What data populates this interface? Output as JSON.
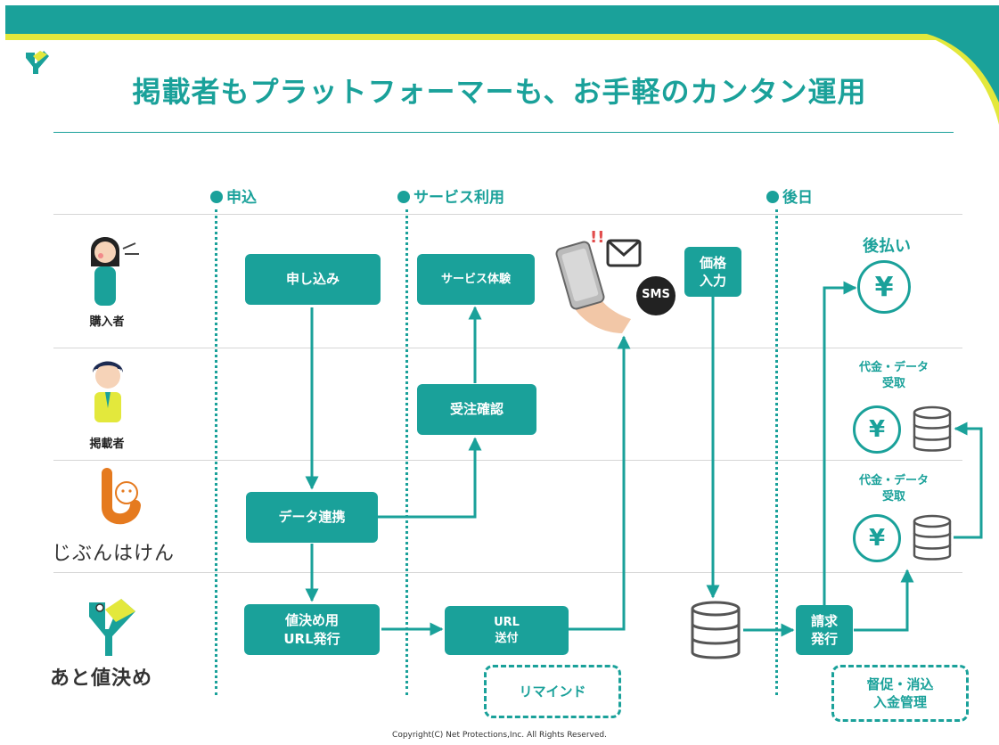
{
  "header": {
    "title": "掲載者もプラットフォーマーも、お手軽のカンタン運用"
  },
  "phases": {
    "apply": "申込",
    "service": "サービス利用",
    "later": "後日"
  },
  "actors": {
    "buyer": "購入者",
    "merchant": "掲載者",
    "jibun_logo": "じぶんはけん",
    "atone_logo": "あと値決め"
  },
  "boxes": {
    "apply": "申し込み",
    "service_exp": "サービス体験",
    "order_confirm": "受注確認",
    "data_link": "データ連携",
    "url_issue": "値決め用\nURL発行",
    "url_send": "URL\n送付",
    "remind": "リマインド",
    "price_input": "価格\n入力",
    "billing": "請求\n発行",
    "collection": "督促・消込\n入金管理"
  },
  "labels": {
    "pay_later": "後払い",
    "receive_merchant": "代金・データ\n受取",
    "receive_platform": "代金・データ\n受取",
    "sms": "SMS",
    "yen": "¥"
  },
  "footer": {
    "copyright": "Copyright(C) Net Protections,Inc. All Rights Reserved."
  },
  "colors": {
    "teal": "#1aa19a",
    "yellow": "#e3e83c"
  }
}
